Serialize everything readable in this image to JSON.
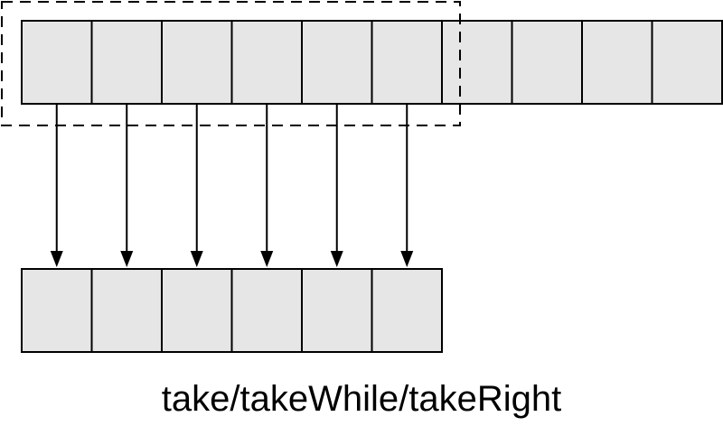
{
  "diagram": {
    "source_cell_count": 10,
    "taken_cell_count": 6,
    "caption": "take/takeWhile/takeRight",
    "colors": {
      "cell_fill": "#e6e6e6",
      "stroke": "#000000"
    }
  }
}
